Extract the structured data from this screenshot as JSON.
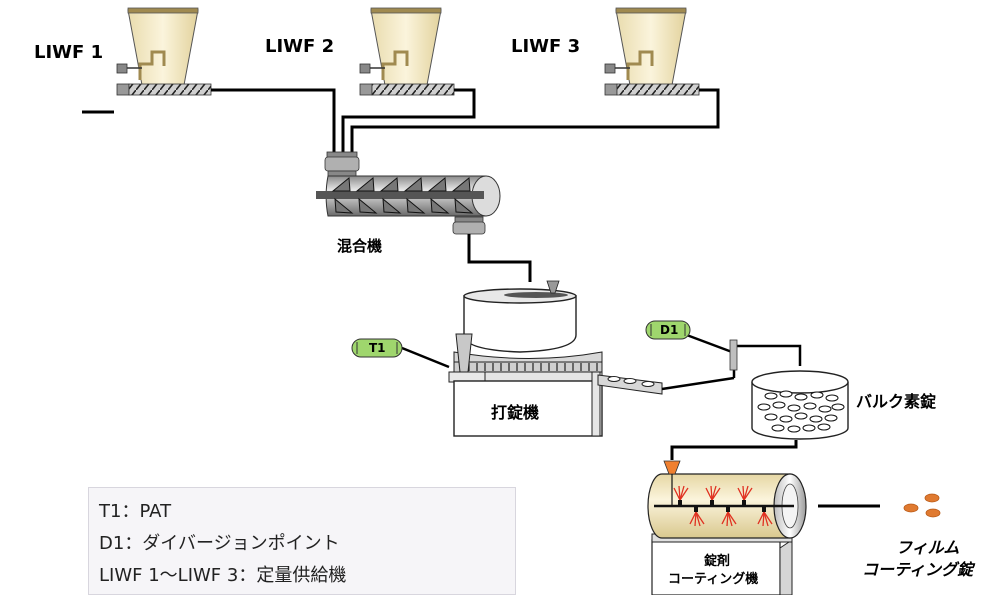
{
  "feeders": [
    {
      "label": "LIWF 1"
    },
    {
      "label": "LIWF 2"
    },
    {
      "label": "LIWF 3"
    }
  ],
  "mixer": {
    "label": "混合機"
  },
  "tablet_press": {
    "label": "打錠機"
  },
  "bulk": {
    "label": "バルク素錠"
  },
  "coater": {
    "label_line1": "錠剤",
    "label_line2": "コーティング機"
  },
  "product": {
    "label_line1": "フィルム",
    "label_line2": "コーティング錠"
  },
  "tags": {
    "t1": "T1",
    "d1": "D1"
  },
  "legend": {
    "rows": [
      "T1：PAT",
      "D1：ダイバージョンポイント",
      "LIWF 1〜LIWF 3：定量供給機"
    ]
  },
  "colors": {
    "hopper": "#f5e9c4",
    "tag": "#9fd66d",
    "spray": "#e03020",
    "nozzle": "#f08030",
    "tablet_orange": "#e07a30",
    "drum": "#f3e8c3"
  }
}
